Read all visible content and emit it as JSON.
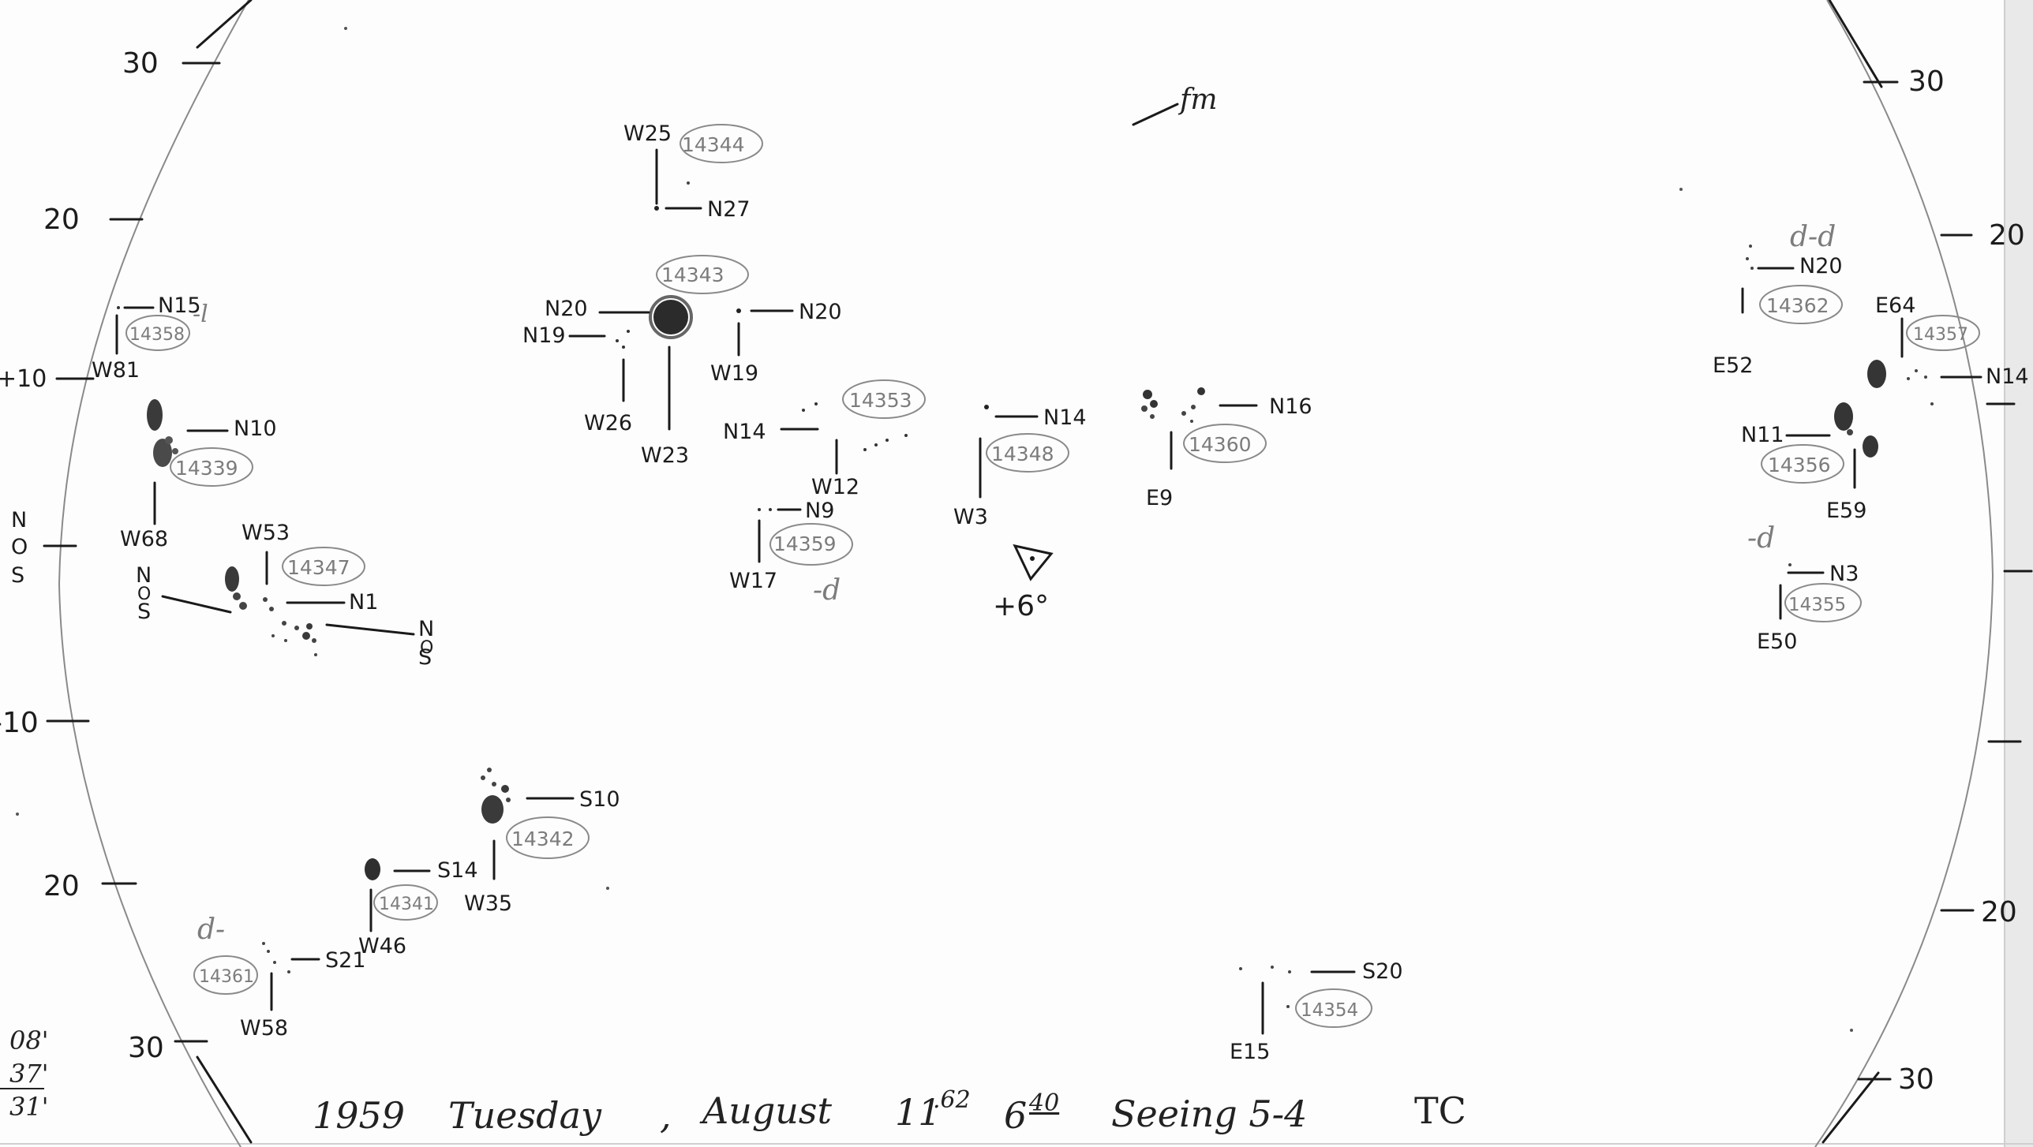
{
  "limb_scale": {
    "left": [
      "30",
      "20",
      "+10",
      "N O S",
      "-10",
      "20",
      "30"
    ],
    "right": [
      "30",
      "20",
      "N14",
      "20",
      "30"
    ]
  },
  "groups": [
    {
      "region": "14344",
      "lon": "W25",
      "lat": "N27"
    },
    {
      "region": "14343",
      "lon": "W23",
      "lat": "N20"
    },
    {
      "region": "",
      "lon": "W26",
      "lat": "N19"
    },
    {
      "region": "",
      "lon": "W19",
      "lat": "N20"
    },
    {
      "region": "14353",
      "lon": "W12",
      "lat": "N14"
    },
    {
      "region": "14359",
      "lon": "W17",
      "lat": "N9",
      "note": "-d"
    },
    {
      "region": "14348",
      "lon": "W3",
      "lat": "N14"
    },
    {
      "region": "14360",
      "lon": "E9",
      "lat": "N16"
    },
    {
      "region": "14358",
      "lon": "W81",
      "lat": "N15",
      "note": "-l"
    },
    {
      "region": "14339",
      "lon": "W68",
      "lat": "N10"
    },
    {
      "region": "14347",
      "lon": "W53",
      "lat": "N1"
    },
    {
      "region": "14342",
      "lon": "W35",
      "lat": "S10"
    },
    {
      "region": "14341",
      "lon": "W46",
      "lat": "S14"
    },
    {
      "region": "14361",
      "lon": "W58",
      "lat": "S21",
      "note": "d-"
    },
    {
      "region": "14354",
      "lon": "E15",
      "lat": "S20"
    },
    {
      "region": "14362",
      "lon": "E52",
      "lat": "N20",
      "note": "d-d"
    },
    {
      "region": "14357",
      "lon": "E64",
      "lat": "N14"
    },
    {
      "region": "14356",
      "lon": "E59",
      "lat": "N11"
    },
    {
      "region": "14355",
      "lon": "E50",
      "lat": "N3",
      "note": "-d"
    }
  ],
  "equator_marks": [
    "N",
    "O",
    "S",
    "N",
    "O",
    "S",
    "N",
    "O",
    "S"
  ],
  "center": {
    "label": "+6°"
  },
  "initials": "fm",
  "time_notes": [
    "08'",
    "37'",
    "31'"
  ],
  "caption": {
    "year": "1959",
    "weekday": "Tuesday",
    "month": "August",
    "day": "11",
    "day_fraction": ".62",
    "time_hour": "6",
    "time_minute": "40",
    "seeing": "Seeing 5-4",
    "observer": "TC"
  }
}
